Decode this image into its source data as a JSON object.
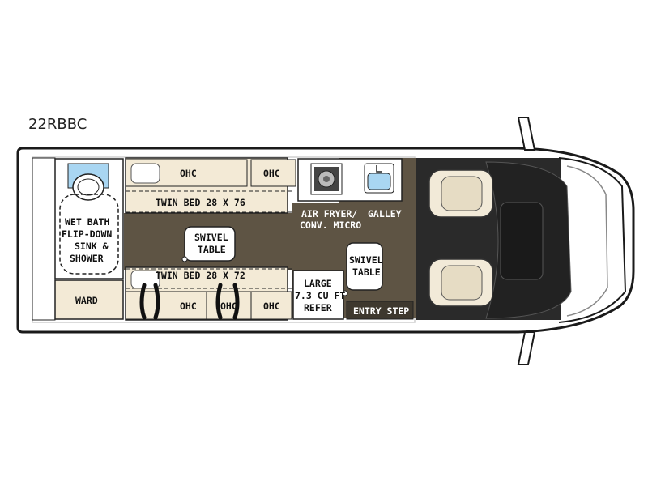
{
  "model_name": "22RBBC",
  "labels": {
    "ohc_top_left": "OHC",
    "ohc_top_right": "OHC",
    "twin_bed_top": "TWIN BED 28 X 76",
    "air_fryer": [
      "AIR FRYER/",
      "CONV. MICRO"
    ],
    "galley": "GALLEY",
    "wet_bath": [
      "WET BATH",
      "FLIP-DOWN",
      "SINK &",
      "SHOWER"
    ],
    "swivel_table_left": [
      "SWIVEL",
      "TABLE"
    ],
    "swivel_table_right": [
      "SWIVEL",
      "TABLE"
    ],
    "twin_bed_bottom": "TWIN BED 28 X 72",
    "refer": [
      "LARGE",
      "7.3 CU FT",
      "REFER"
    ],
    "ward": "WARD",
    "ohc_bottom_1": "OHC",
    "ohc_bottom_2": "OHC",
    "ohc_bottom_3": "OHC",
    "entry_step": "ENTRY STEP"
  },
  "colors": {
    "floor": "#5e5444",
    "cab_floor": "#2a2a2a",
    "seat": "#f2ead8",
    "cabinet": "#f3ead6",
    "sink_blue": "#a9d6f2"
  }
}
